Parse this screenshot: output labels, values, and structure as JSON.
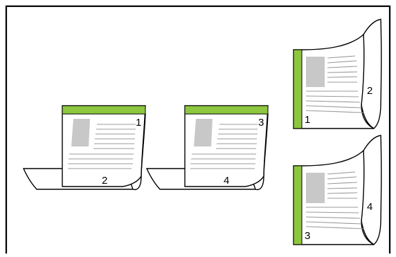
{
  "colors": {
    "accent": "#8dc63f",
    "image_box": "#c8c8c8",
    "line": "#000000",
    "text_line": "#999999",
    "frame": "#000000"
  },
  "illustrations": [
    {
      "kind": "folded-sheet-top-binding",
      "front_page": "1",
      "back_page": "2"
    },
    {
      "kind": "folded-sheet-top-binding",
      "front_page": "3",
      "back_page": "4"
    },
    {
      "kind": "curled-sheet-left-binding",
      "front_page": "1",
      "back_page": "2"
    },
    {
      "kind": "curled-sheet-left-binding",
      "front_page": "3",
      "back_page": "4"
    }
  ]
}
